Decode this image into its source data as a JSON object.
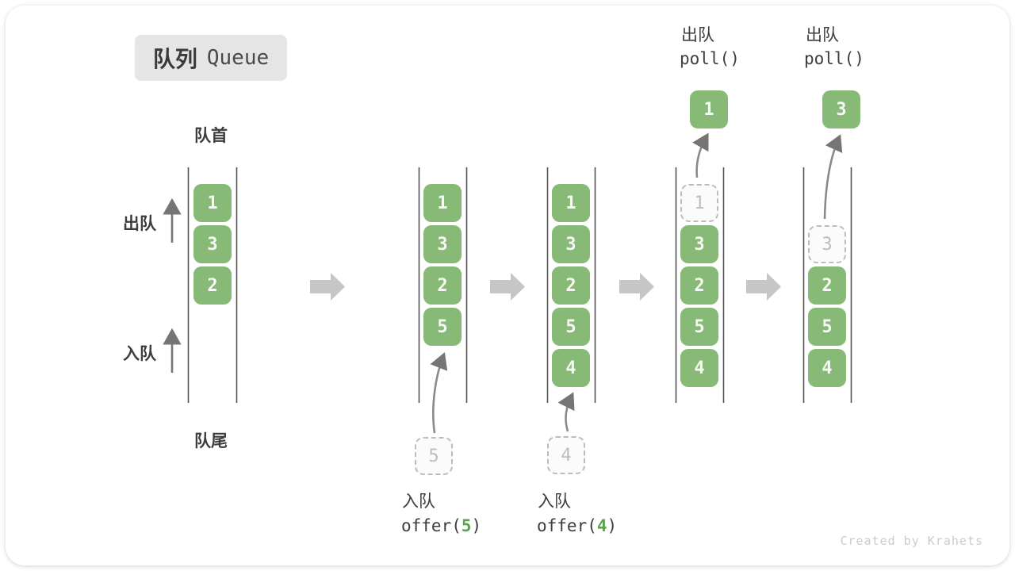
{
  "title": {
    "zh": "队列",
    "en": "Queue"
  },
  "labels": {
    "front": "队首",
    "rear": "队尾",
    "dequeue": "出队",
    "enqueue": "入队"
  },
  "watermark": "Created by Krahets",
  "colors": {
    "box_green": "#88ba77",
    "arg_green": "#5fa052",
    "block_arrow_gray": "#c6c6c6",
    "thin_arrow_gray": "#757575",
    "channel_line": "#525252",
    "title_bg": "#e5e5e5"
  },
  "chart_note": "queue states left to right",
  "states": [
    {
      "boxes": [
        {
          "value": "1"
        },
        {
          "value": "3"
        },
        {
          "value": "2"
        }
      ]
    },
    {
      "boxes": [
        {
          "value": "1"
        },
        {
          "value": "3"
        },
        {
          "value": "2"
        },
        {
          "value": "5"
        }
      ],
      "incoming": "5",
      "op": {
        "label": "入队",
        "fn_open": "offer(",
        "arg": "5",
        "fn_close": ")"
      }
    },
    {
      "boxes": [
        {
          "value": "1"
        },
        {
          "value": "3"
        },
        {
          "value": "2"
        },
        {
          "value": "5"
        },
        {
          "value": "4"
        }
      ],
      "incoming": "4",
      "op": {
        "label": "入队",
        "fn_open": "offer(",
        "arg": "4",
        "fn_close": ")"
      }
    },
    {
      "boxes": [
        {
          "value": "1"
        },
        {
          "value": "3"
        },
        {
          "value": "2"
        },
        {
          "value": "5"
        },
        {
          "value": "4"
        }
      ],
      "outgoing": "1",
      "op": {
        "label": "出队",
        "fn": "poll()"
      }
    },
    {
      "boxes": [
        {
          "value": "3"
        },
        {
          "value": "2"
        },
        {
          "value": "5"
        },
        {
          "value": "4"
        }
      ],
      "outgoing": "3",
      "op": {
        "label": "出队",
        "fn": "poll()"
      }
    }
  ]
}
